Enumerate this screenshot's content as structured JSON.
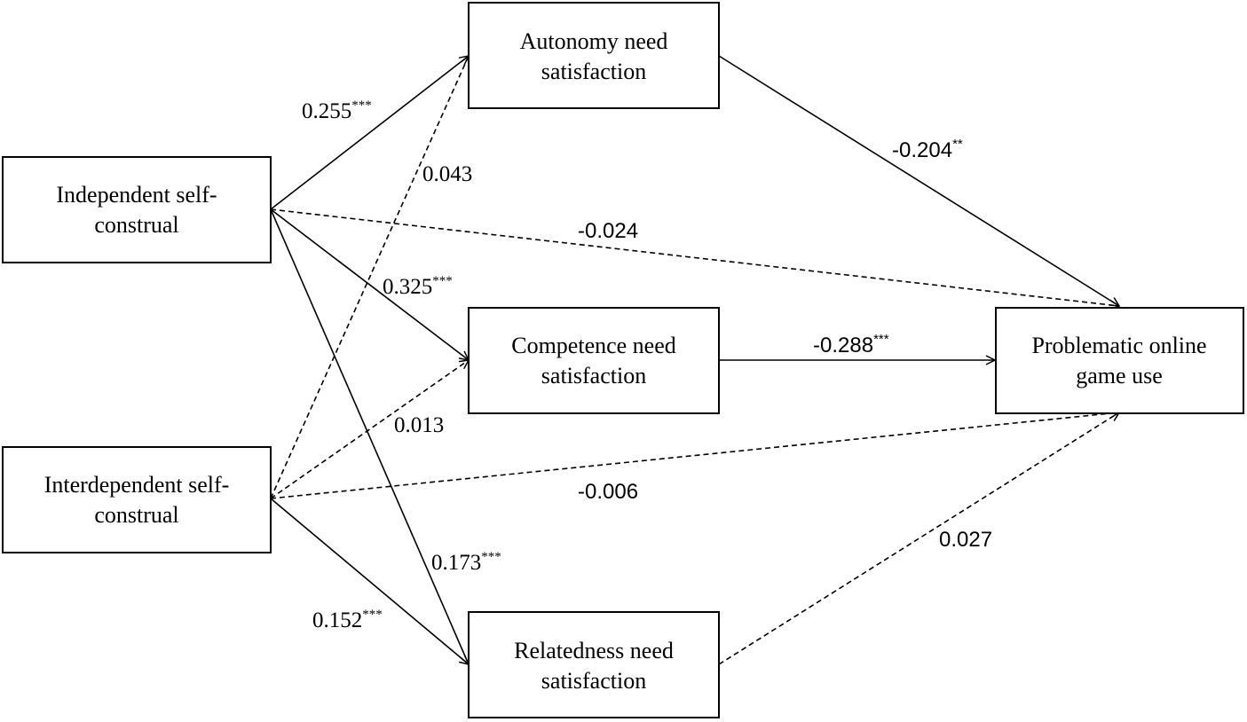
{
  "nodes": {
    "independent": {
      "line1": "Independent self-",
      "line2": "construal"
    },
    "interdependent": {
      "line1": "Interdependent self-",
      "line2": "construal"
    },
    "autonomy": {
      "line1": "Autonomy need",
      "line2": "satisfaction"
    },
    "competence": {
      "line1": "Competence need",
      "line2": "satisfaction"
    },
    "relatedness": {
      "line1": "Relatedness need",
      "line2": "satisfaction"
    },
    "problematic": {
      "line1": "Problematic online",
      "line2": "game use"
    }
  },
  "paths": {
    "ind_aut": {
      "value": "0.255",
      "sig": "***",
      "style": "solid"
    },
    "int_aut": {
      "value": "0.043",
      "sig": "",
      "style": "dashed"
    },
    "ind_prob": {
      "value": "-0.024",
      "sig": "",
      "style": "dashed"
    },
    "ind_comp": {
      "value": "0.325",
      "sig": "***",
      "style": "solid"
    },
    "int_comp": {
      "value": "0.013",
      "sig": "",
      "style": "dashed"
    },
    "int_prob": {
      "value": "-0.006",
      "sig": "",
      "style": "dashed"
    },
    "ind_rel": {
      "value": "0.173",
      "sig": "***",
      "style": "solid"
    },
    "int_rel": {
      "value": "0.152",
      "sig": "***",
      "style": "solid"
    },
    "aut_prob": {
      "value": "-0.204",
      "sig": "**",
      "style": "solid"
    },
    "comp_prob": {
      "value": "-0.288",
      "sig": "***",
      "style": "solid"
    },
    "rel_prob": {
      "value": "0.027",
      "sig": "",
      "style": "dashed"
    }
  }
}
